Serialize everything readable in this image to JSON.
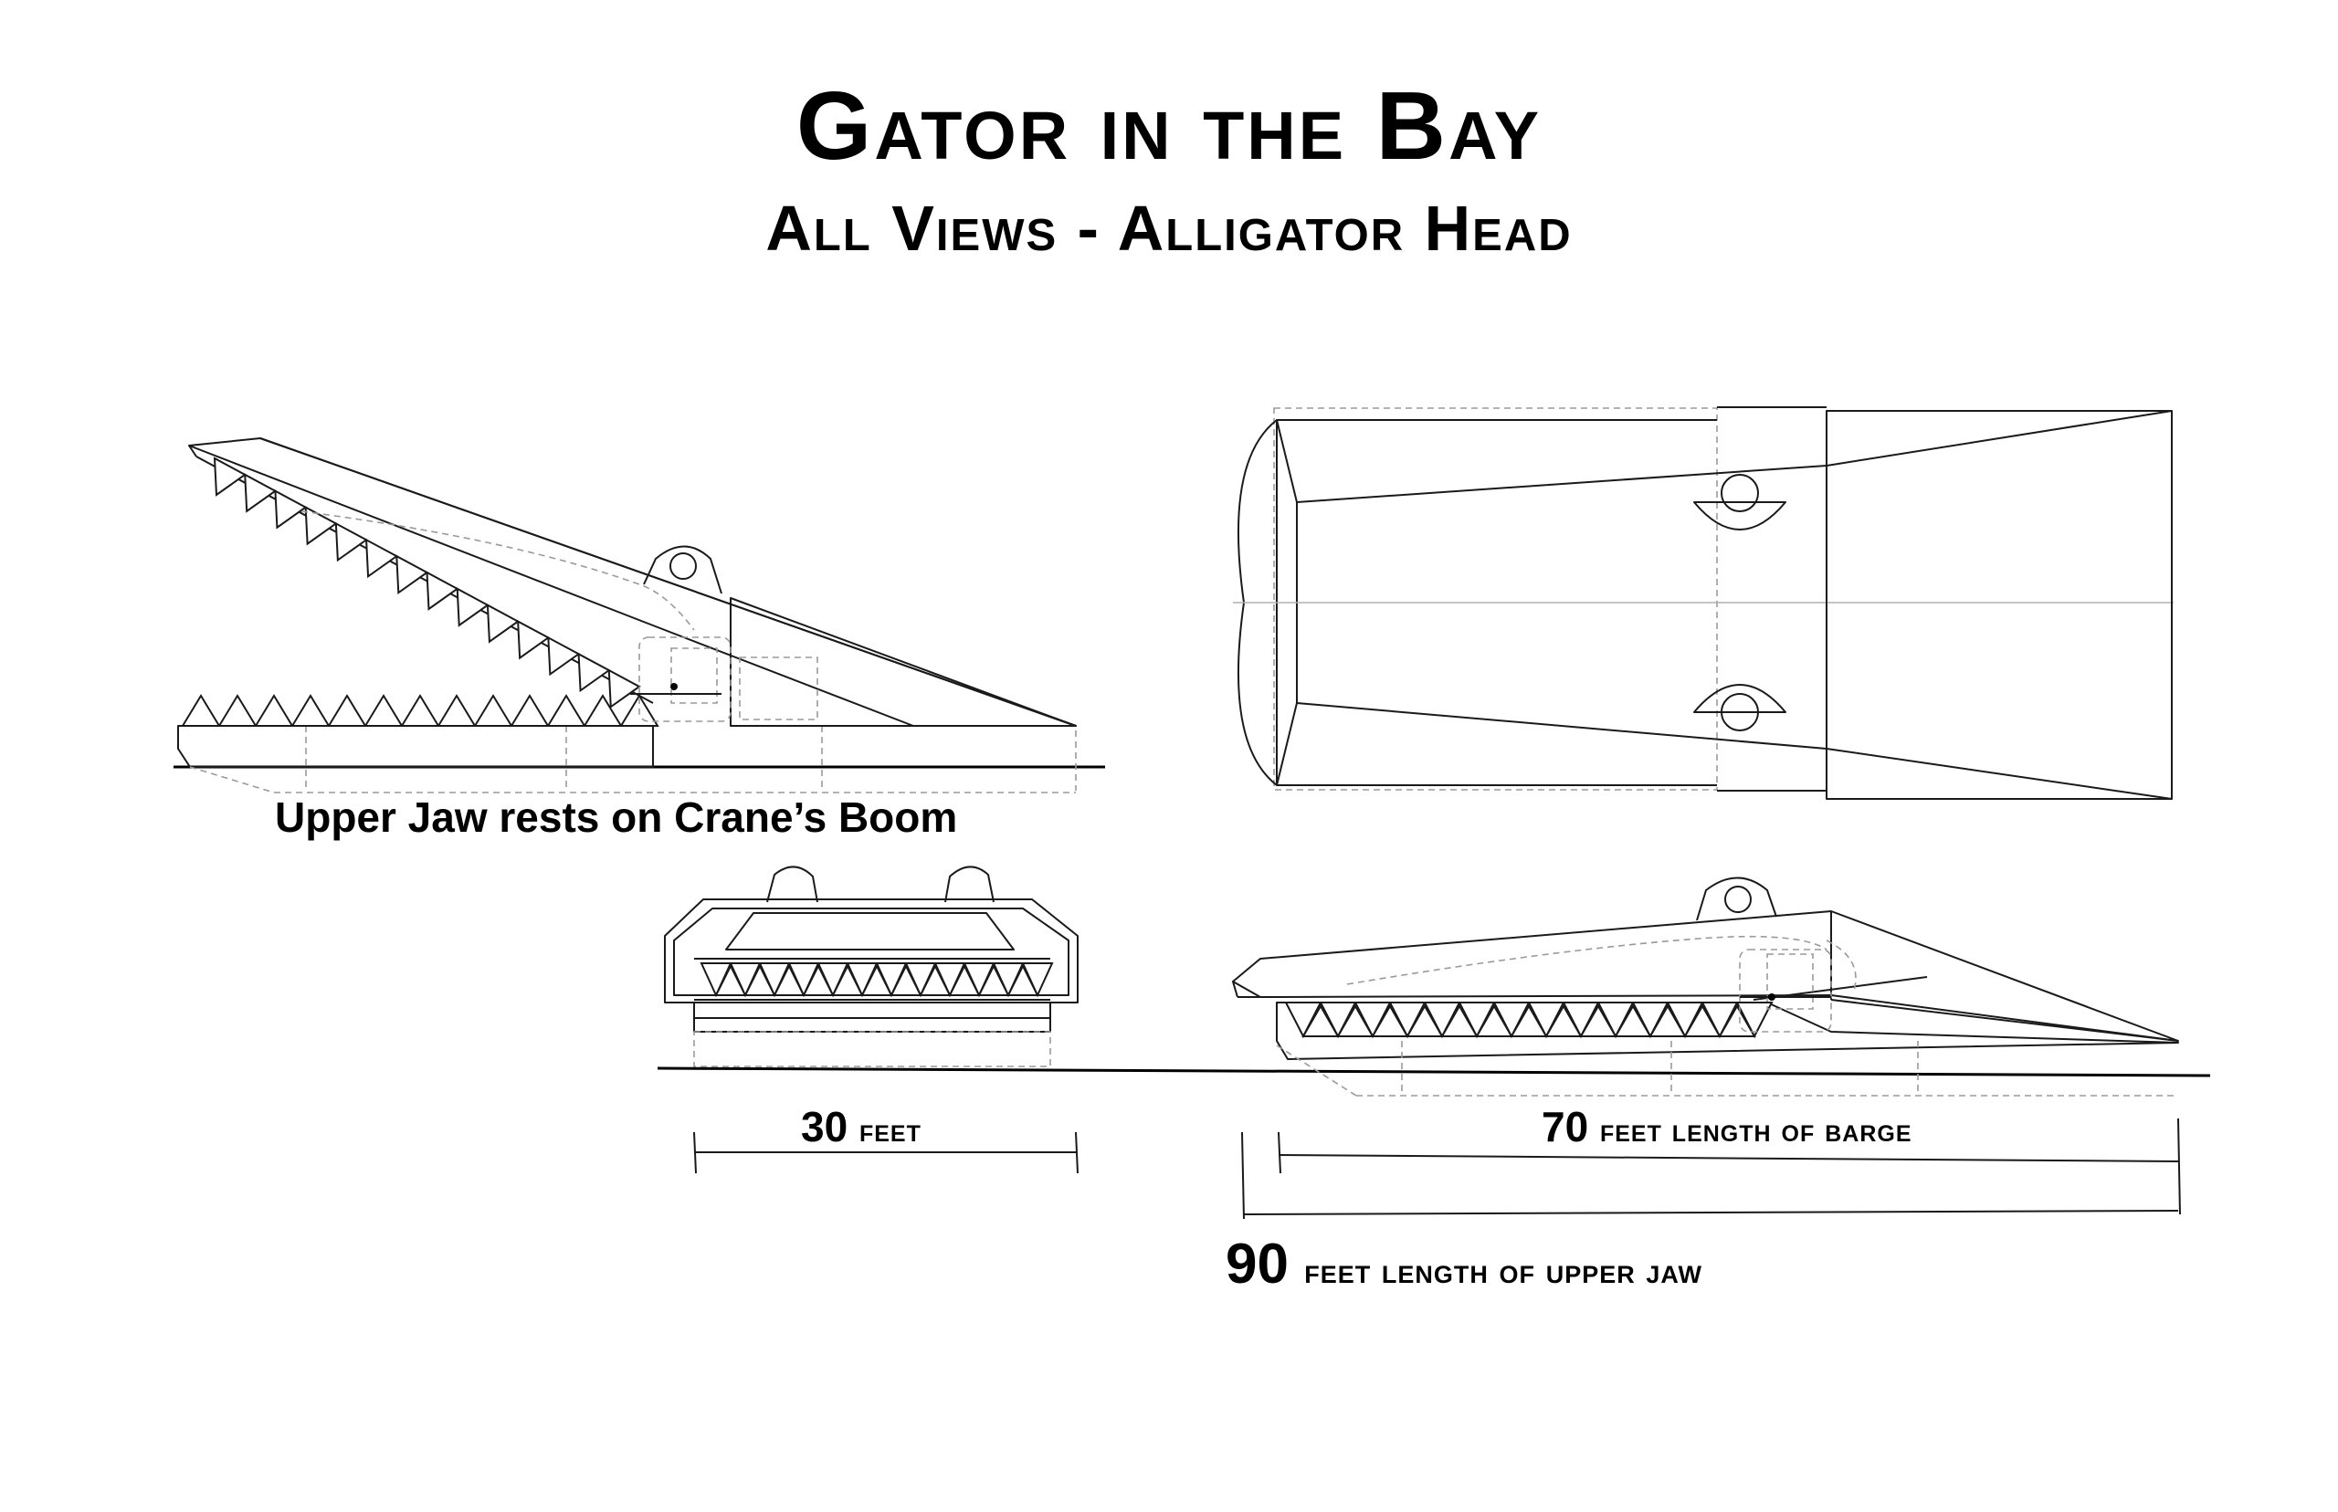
{
  "title": "Gator in the Bay",
  "subtitle": "All Views - Alligator Head",
  "captions": {
    "side_view_open": "Upper Jaw rests on Crane’s Boom"
  },
  "dimensions": {
    "width": {
      "value": "30",
      "unit": "feet"
    },
    "barge": {
      "value": "70",
      "unit": "feet length of barge"
    },
    "upper_jaw": {
      "value": "90",
      "unit": "feet length of upper jaw"
    }
  }
}
